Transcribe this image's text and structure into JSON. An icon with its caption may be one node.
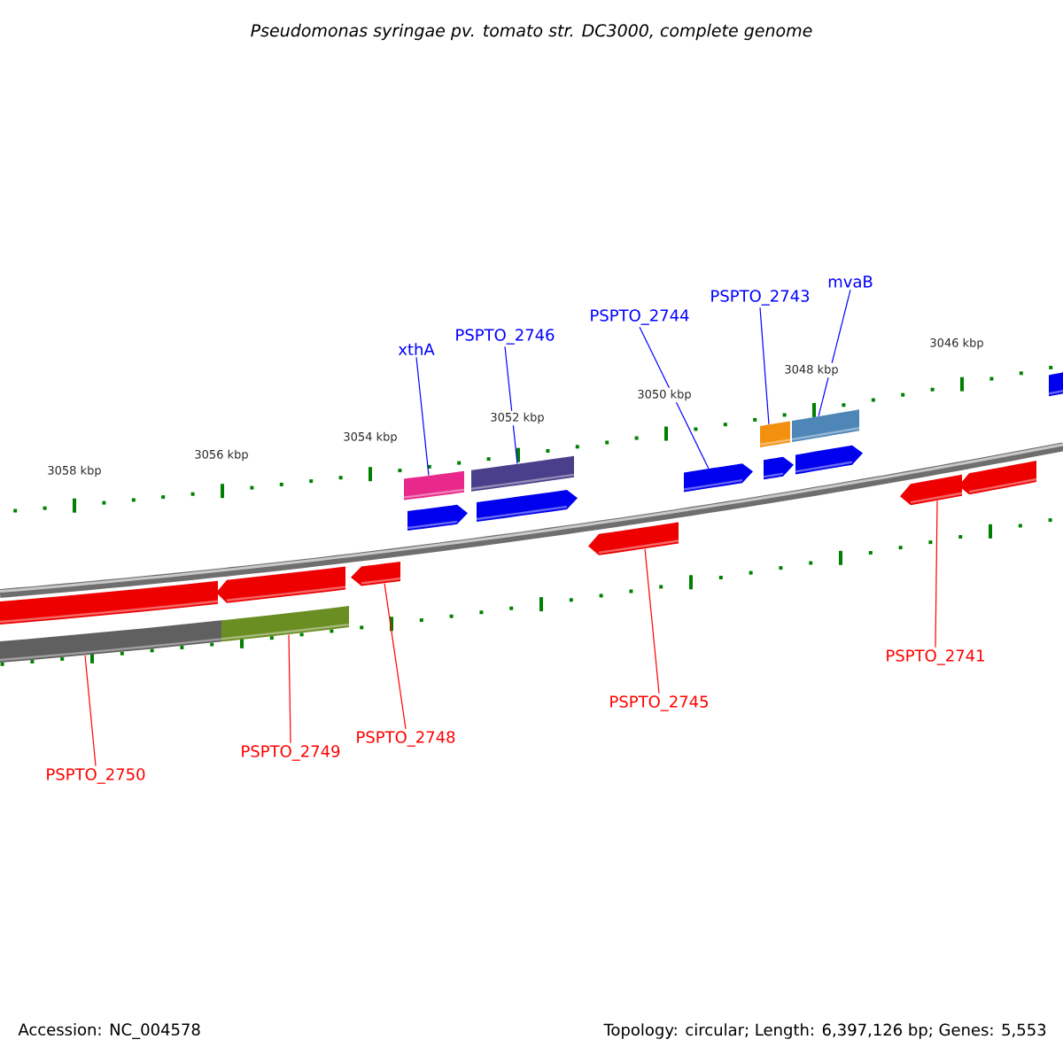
{
  "diagram": {
    "title": "Pseudomonas syringae pv. tomato str. DC3000, complete genome",
    "nodes": [
      {
        "text": [
          "xthA"
        ]
      },
      {
        "text": [
          "PSPTO_2746"
        ]
      },
      {
        "text": [
          "PSPTO_2744"
        ]
      },
      {
        "text": [
          "PSPTO_2743"
        ]
      },
      {
        "text": [
          "mvaB"
        ]
      },
      {
        "text": [
          "PSPTO_2741"
        ]
      },
      {
        "text": [
          "PSPTO_2745"
        ]
      },
      {
        "text": [
          "PSPTO_2748"
        ]
      },
      {
        "text": [
          "PSPTO_2749"
        ]
      },
      {
        "text": [
          "PSPTO_2750"
        ]
      },
      {
        "text": [],
        "shape": "bar"
      },
      {
        "text": [],
        "shape": "bar"
      },
      {
        "text": [],
        "shape": "arrow"
      },
      {
        "text": [],
        "shape": "bar"
      },
      {
        "text": [],
        "shape": "bar"
      },
      {
        "text": [],
        "shape": "arrow"
      },
      {
        "text": [],
        "shape": "arrow"
      },
      {
        "text": [],
        "shape": "arrow"
      },
      {
        "text": [],
        "shape": "bar"
      },
      {
        "text": [],
        "shape": "bar"
      },
      {
        "text": [],
        "shape": "bar"
      },
      {
        "text": [],
        "shape": "arrow"
      },
      {
        "text": [],
        "shape": "arrow"
      },
      {
        "text": [],
        "shape": "arrow"
      },
      {
        "text": [],
        "shape": "arrow"
      },
      {
        "text": [],
        "shape": "bar"
      },
      {
        "text": [],
        "shape": "arrow"
      },
      {
        "text": [],
        "shape": "arrow"
      }
    ],
    "edges": [
      {
        "from": 0,
        "to": 10,
        "arrow": "none",
        "color": "#0000ff"
      },
      {
        "from": 1,
        "to": 11,
        "arrow": "none",
        "color": "#0000ff"
      },
      {
        "from": 2,
        "to": 12,
        "arrow": "none",
        "color": "#0000ff"
      },
      {
        "from": 3,
        "to": 13,
        "arrow": "none",
        "color": "#0000ff"
      },
      {
        "from": 4,
        "to": 14,
        "arrow": "none",
        "color": "#0000ff"
      },
      {
        "from": 5,
        "to": 15,
        "arrow": "none",
        "color": "#ff0000"
      },
      {
        "from": 6,
        "to": 16,
        "arrow": "none",
        "color": "#ff0000"
      },
      {
        "from": 7,
        "to": 17,
        "arrow": "none",
        "color": "#ff0000"
      },
      {
        "from": 8,
        "to": 18,
        "arrow": "none",
        "color": "#ff0000"
      },
      {
        "from": 9,
        "to": 19,
        "arrow": "none",
        "color": "#ff0000"
      }
    ],
    "labels": [
      "3046 kbp",
      "3048 kbp",
      "3050 kbp",
      "3052 kbp",
      "3054 kbp",
      "3056 kbp",
      "3058 kbp",
      "Accession: NC_004578",
      "Topology: circular; Length: 6,397,126 bp; Genes: 5,553"
    ]
  }
}
